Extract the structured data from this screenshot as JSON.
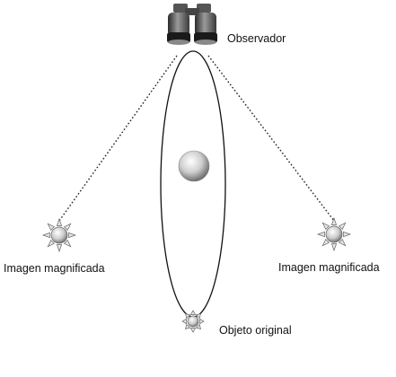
{
  "diagram": {
    "labels": {
      "observer": "Observador",
      "image_left": "Imagen magnificada",
      "image_right": "Imagen magnificada",
      "original": "Objeto original"
    },
    "icons": {
      "observer": "binoculars-icon",
      "images": "sun-icon",
      "original": "sun-icon",
      "lens": "sphere"
    }
  }
}
